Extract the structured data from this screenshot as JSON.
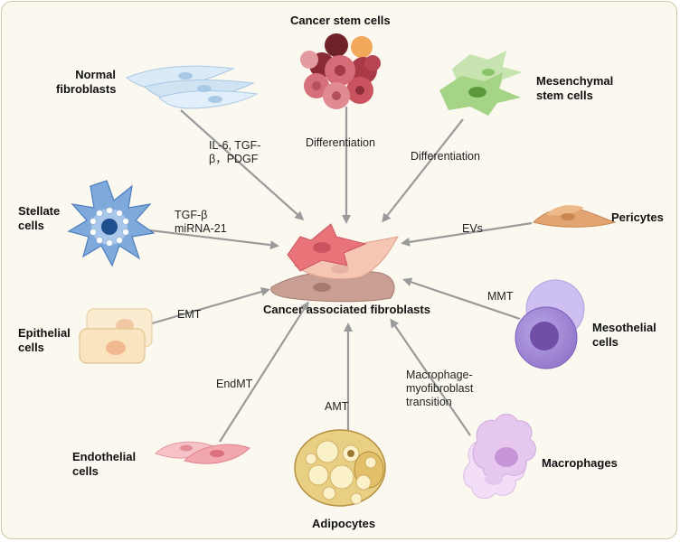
{
  "title": "",
  "center": {
    "label": "Cancer associated fibroblasts"
  },
  "sources": {
    "cancer_stem_cells": "Cancer stem cells",
    "normal_fibroblasts": "Normal\nfibroblasts",
    "mesenchymal_stem_cells": "Mesenchymal\nstem cells",
    "stellate_cells": "Stellate\ncells",
    "pericytes": "Pericytes",
    "epithelial_cells": "Epithelial\ncells",
    "mesothelial_cells": "Mesothelial\ncells",
    "endothelial_cells": "Endothelial\ncells",
    "adipocytes": "Adipocytes",
    "macrophages": "Macrophages"
  },
  "edges": {
    "normal_fibroblasts": "IL-6, TGF-\nβ，PDGF",
    "cancer_stem_cells": "Differentiation",
    "mesenchymal_stem_cells": "Differentiation",
    "stellate_cells": "TGF-β\nmiRNA-21",
    "pericytes": "EVs",
    "epithelial_cells": "EMT",
    "mesothelial_cells": "MMT",
    "endothelial_cells": "EndMT",
    "adipocytes": "AMT",
    "macrophages": "Macrophage-\nmyofibroblast\ntransition"
  },
  "colors": {
    "background": "#fbf8ef",
    "arrow": "#9a9a9a",
    "caf": "#e8747a",
    "cancer_stem": "#c9545f",
    "fibroblast": "#cfe3f3",
    "mesenchymal": "#9fcf80",
    "stellate": "#5b8fc9",
    "pericyte": "#e2a472",
    "epithelial": "#f9e4bf",
    "mesothelial": "#8f73c8",
    "endothelial": "#f2a6ae",
    "adipocyte": "#e9cf83",
    "macrophage": "#e6c8ef"
  }
}
